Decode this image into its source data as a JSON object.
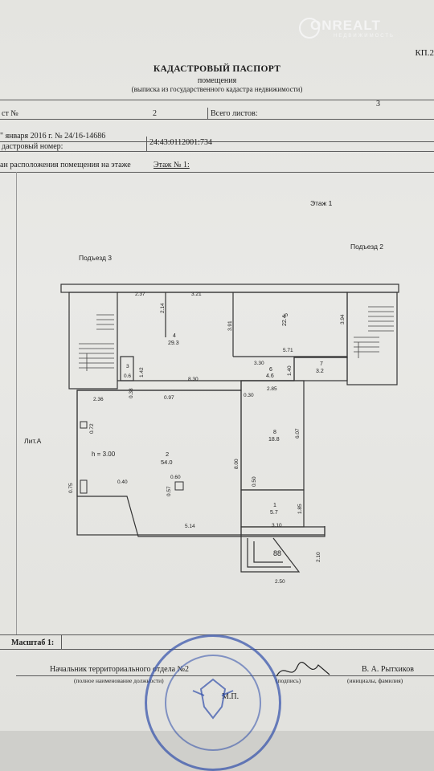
{
  "watermark": {
    "brand": "ONREALT",
    "sub": "НЕДВИЖИМОСТЬ"
  },
  "header": {
    "form_code": "КП.2",
    "title": "КАДАСТРОВЫЙ ПАСПОРТ",
    "subtitle": "помещения",
    "subtitle_note": "(выписка из государственного кадастра недвижимости)"
  },
  "fields": {
    "sheet_label": "ст №",
    "sheet_value": "2",
    "total_label": "Всего листов:",
    "total_value": "3",
    "date_text": "\" января 2016 г. № 24/16-14686",
    "cadastral_label": "дастровый номер:",
    "cadastral_value": "24:43:0112001:734",
    "plan_label": "ан расположения помещения на этаже",
    "plan_floor": "Этаж № 1:"
  },
  "plan": {
    "floor_title": "Этаж 1",
    "entrance_left": "Подъезд 3",
    "entrance_right": "Подъезд 2",
    "lit": "Лит.А",
    "height": "h = 3.00",
    "rooms": [
      {
        "num": "4",
        "area": "29.3"
      },
      {
        "num": "5",
        "area": "22.4"
      },
      {
        "num": "3",
        "area": "0.6"
      },
      {
        "num": "6",
        "area": "4.6"
      },
      {
        "num": "7",
        "area": "3.2"
      },
      {
        "num": "2",
        "area": "54.0"
      },
      {
        "num": "8",
        "area": "18.8"
      },
      {
        "num": "1",
        "area": "5.7"
      }
    ],
    "dims": [
      "2.37",
      "3.21",
      "2.14",
      "3.91",
      "3.94",
      "3.30",
      "5.71",
      "1.40",
      "1.42",
      "8.30",
      "0.38",
      "0.97",
      "0.30",
      "2.85",
      "2.36",
      "0.72",
      "6.07",
      "8.00",
      "0.40",
      "0.60",
      "0.57",
      "0.75",
      "0.50",
      "1.85",
      "5.14",
      "3.10",
      "2.10",
      "2.50",
      "88"
    ]
  },
  "footer": {
    "scale_label": "Масштаб 1:",
    "position": "Начальник территориального отдела №2",
    "position_note": "(полное наименование должности)",
    "signature_note": "(подпись)",
    "name": "В. А. Рытхиков",
    "name_note": "(инициалы, фамилия)",
    "mp": "М.П."
  },
  "colors": {
    "stamp": "#304eaa",
    "paper": "#e6e6e2"
  }
}
